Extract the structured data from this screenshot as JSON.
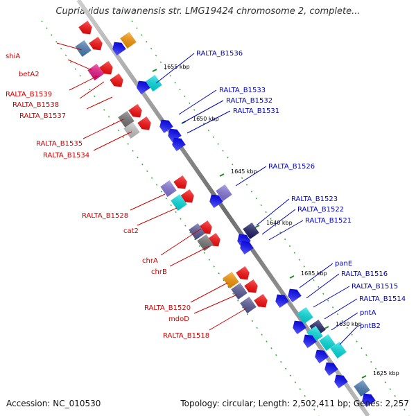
{
  "title": "Cupriavidus taiwanensis str. LMG19424 chromosome 2, complete...",
  "footer": {
    "accession": "Accession: NC_010530",
    "summary": "Topology: circular; Length: 2,502,411 bp; Genes: 2,257"
  },
  "ticks": [
    "1655 kbp",
    "1650 kbp",
    "1645 kbp",
    "1640 kbp",
    "1635 kbp",
    "1630 kbp",
    "1625 kbp"
  ],
  "labels_left": [
    "shiA",
    "betA2",
    "RALTA_B1539",
    "RALTA_B1538",
    "RALTA_B1537",
    "RALTA_B1535",
    "RALTA_B1534",
    "RALTA_B1528",
    "cat2",
    "chrA",
    "chrB",
    "RALTA_B1520",
    "mdoD",
    "RALTA_B1518"
  ],
  "labels_right": [
    "RALTA_B1536",
    "RALTA_B1533",
    "RALTA_B1532",
    "RALTA_B1531",
    "RALTA_B1526",
    "RALTA_B1523",
    "RALTA_B1522",
    "RALTA_B1521",
    "panE",
    "RALTA_B1516",
    "RALTA_B1515",
    "RALTA_B1514",
    "pntA",
    "pntB2"
  ],
  "colors": {
    "forward": "#ff0000",
    "reverse": "#0000ff",
    "backbone": "#888888",
    "tick": "#228822",
    "cyan": "#00e5e5",
    "grey": "#777777",
    "slate": "#5a5a9a",
    "orange": "#ff9900",
    "magenta": "#ee1188",
    "steelblue": "#4a7fb8",
    "lavender": "#8877dd",
    "navy": "#1a1a66"
  }
}
